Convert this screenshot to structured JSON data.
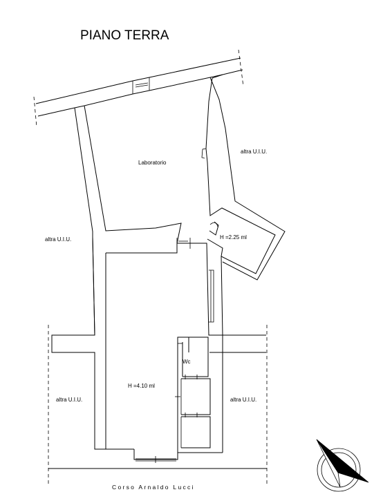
{
  "title": "PIANO TERRA",
  "rooms": {
    "laboratorio": "Laboratorio",
    "altra_uiu_right_top": "altra U.I.U.",
    "altra_uiu_left_mid": "altra U.I.U.",
    "altra_uiu_left_bottom": "altra U.I.U.",
    "altra_uiu_right_bottom": "altra U.I.U.",
    "wc": "Wc",
    "height_small_room": "H =2.25 ml",
    "height_shop": "H =4.10 ml"
  },
  "street": "Corso Arnaldo Lucci",
  "compass_icon": "north-arrow-icon"
}
